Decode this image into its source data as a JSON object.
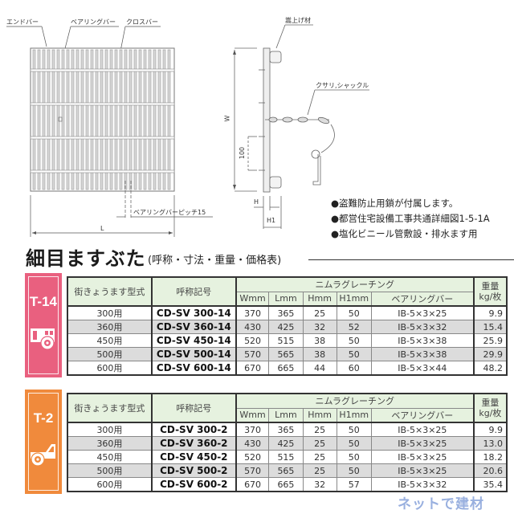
{
  "drawing": {
    "labels": {
      "end_bar": "エンドバー",
      "bearing_bar": "ベアリングバー",
      "cross_bar": "クロスバー",
      "raise_material": "嵩上げ材",
      "chain_shackle": "クサリ,シャックル",
      "bearing_pitch": "ベアリングバーピッチ15",
      "dim_L": "L",
      "dim_W": "W",
      "dim_100": "100",
      "dim_H": "H",
      "dim_H1": "H1"
    }
  },
  "notes": [
    "●盗難防止用鎖が付属します。",
    "●都営住宅設備工事共通詳細図1-5-1A",
    "●塩化ビニール管敷設・排水ます用"
  ],
  "title": {
    "main": "細目ますぶた",
    "sub": "(呼称・寸法・重量・価格表)"
  },
  "table_headers": {
    "model": "街きょうます型式",
    "code": "呼称記号",
    "group": "ニムラグレーチング",
    "wmm": "Wmm",
    "lmm": "Lmm",
    "hmm": "Hmm",
    "h1mm": "H1mm",
    "bearing": "ベアリングバー",
    "weight_line1": "重量",
    "weight_line2": "kg/枚"
  },
  "tables": [
    {
      "badge": {
        "label": "T-14",
        "color": "#e9607f",
        "icon": "bus-icon"
      },
      "rows": [
        {
          "model": "300用",
          "code": "CD-SV  300-14",
          "w": "370",
          "l": "365",
          "h": "25",
          "h1": "50",
          "bearing": "IB-5×3×25",
          "weight": "9.9"
        },
        {
          "model": "360用",
          "code": "CD-SV  360-14",
          "w": "430",
          "l": "425",
          "h": "32",
          "h1": "52",
          "bearing": "IB-5×3×32",
          "weight": "15.4"
        },
        {
          "model": "450用",
          "code": "CD-SV  450-14",
          "w": "520",
          "l": "515",
          "h": "38",
          "h1": "50",
          "bearing": "IB-5×3×38",
          "weight": "25.9"
        },
        {
          "model": "500用",
          "code": "CD-SV  500-14",
          "w": "570",
          "l": "565",
          "h": "38",
          "h1": "50",
          "bearing": "IB-5×3×38",
          "weight": "29.9"
        },
        {
          "model": "600用",
          "code": "CD-SV  600-14",
          "w": "670",
          "l": "665",
          "h": "44",
          "h1": "60",
          "bearing": "IB-5×3×44",
          "weight": "48.2"
        }
      ]
    },
    {
      "badge": {
        "label": "T-2",
        "color": "#f08a3c",
        "icon": "truck-icon"
      },
      "rows": [
        {
          "model": "300用",
          "code": "CD-SV  300-2",
          "w": "370",
          "l": "365",
          "h": "25",
          "h1": "50",
          "bearing": "IB-5×3×25",
          "weight": "9.9"
        },
        {
          "model": "360用",
          "code": "CD-SV  360-2",
          "w": "430",
          "l": "425",
          "h": "25",
          "h1": "50",
          "bearing": "IB-5×3×25",
          "weight": "13.0"
        },
        {
          "model": "450用",
          "code": "CD-SV  450-2",
          "w": "520",
          "l": "515",
          "h": "25",
          "h1": "50",
          "bearing": "IB-5×3×25",
          "weight": "18.2"
        },
        {
          "model": "500用",
          "code": "CD-SV  500-2",
          "w": "570",
          "l": "565",
          "h": "25",
          "h1": "50",
          "bearing": "IB-5×3×25",
          "weight": "20.6"
        },
        {
          "model": "600用",
          "code": "CD-SV  600-2",
          "w": "670",
          "l": "665",
          "h": "32",
          "h1": "57",
          "bearing": "IB-5×3×32",
          "weight": "35.4"
        }
      ]
    }
  ],
  "watermark": "ネットで建材"
}
